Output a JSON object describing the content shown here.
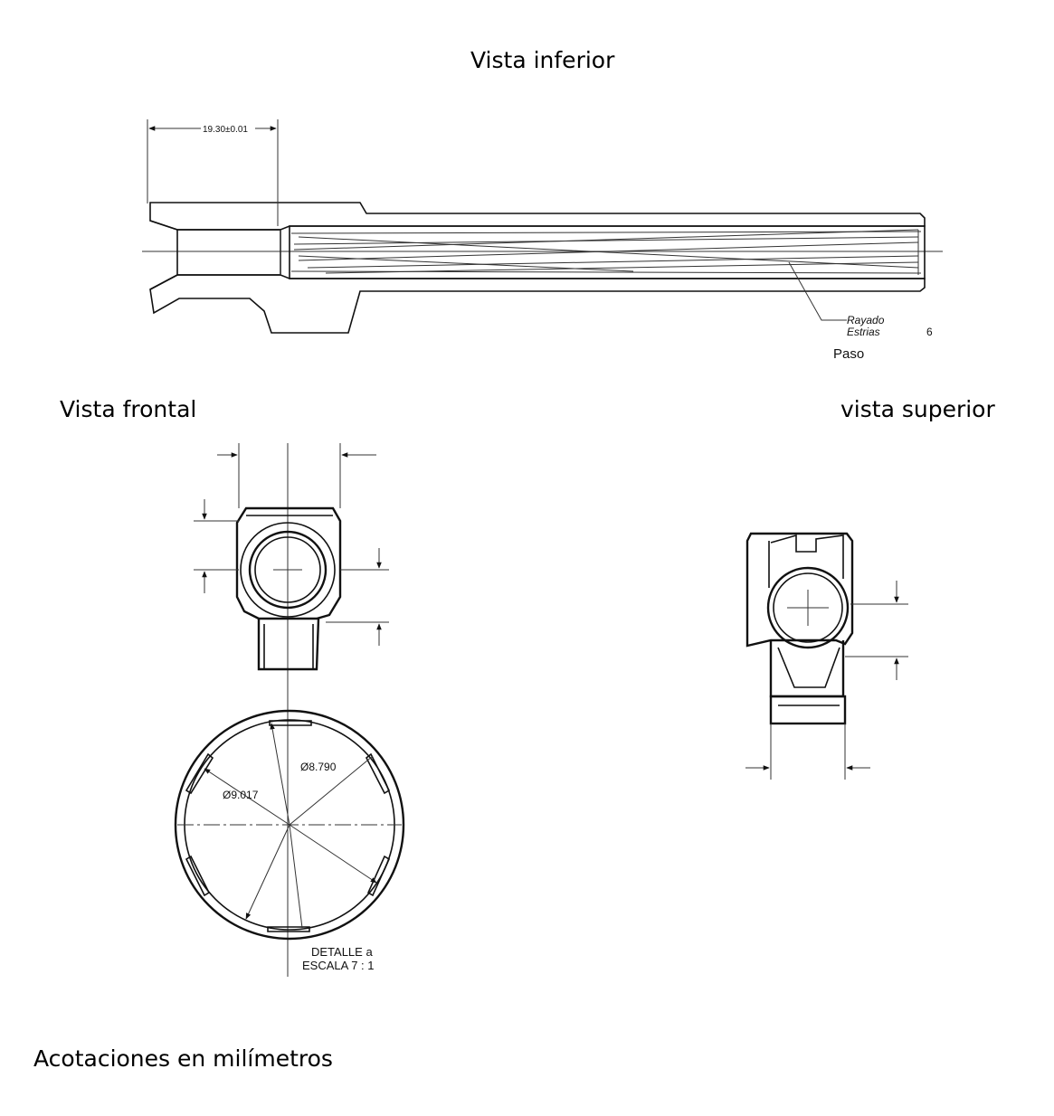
{
  "titles": {
    "bottom_view": "Vista inferior",
    "front_view": "Vista frontal",
    "top_view": "vista superior",
    "units_note": "Acotaciones en milímetros"
  },
  "labels": {
    "dim_length": "19.30±0.01",
    "rifling": "Rayado",
    "grooves": "Estrias",
    "grooves_count": "6",
    "pitch": "Paso",
    "dia_outer": "Ø9.017",
    "dia_inner": "Ø8.790",
    "detail_name": "DETALLE a",
    "detail_scale": "ESCALA 7 : 1"
  }
}
